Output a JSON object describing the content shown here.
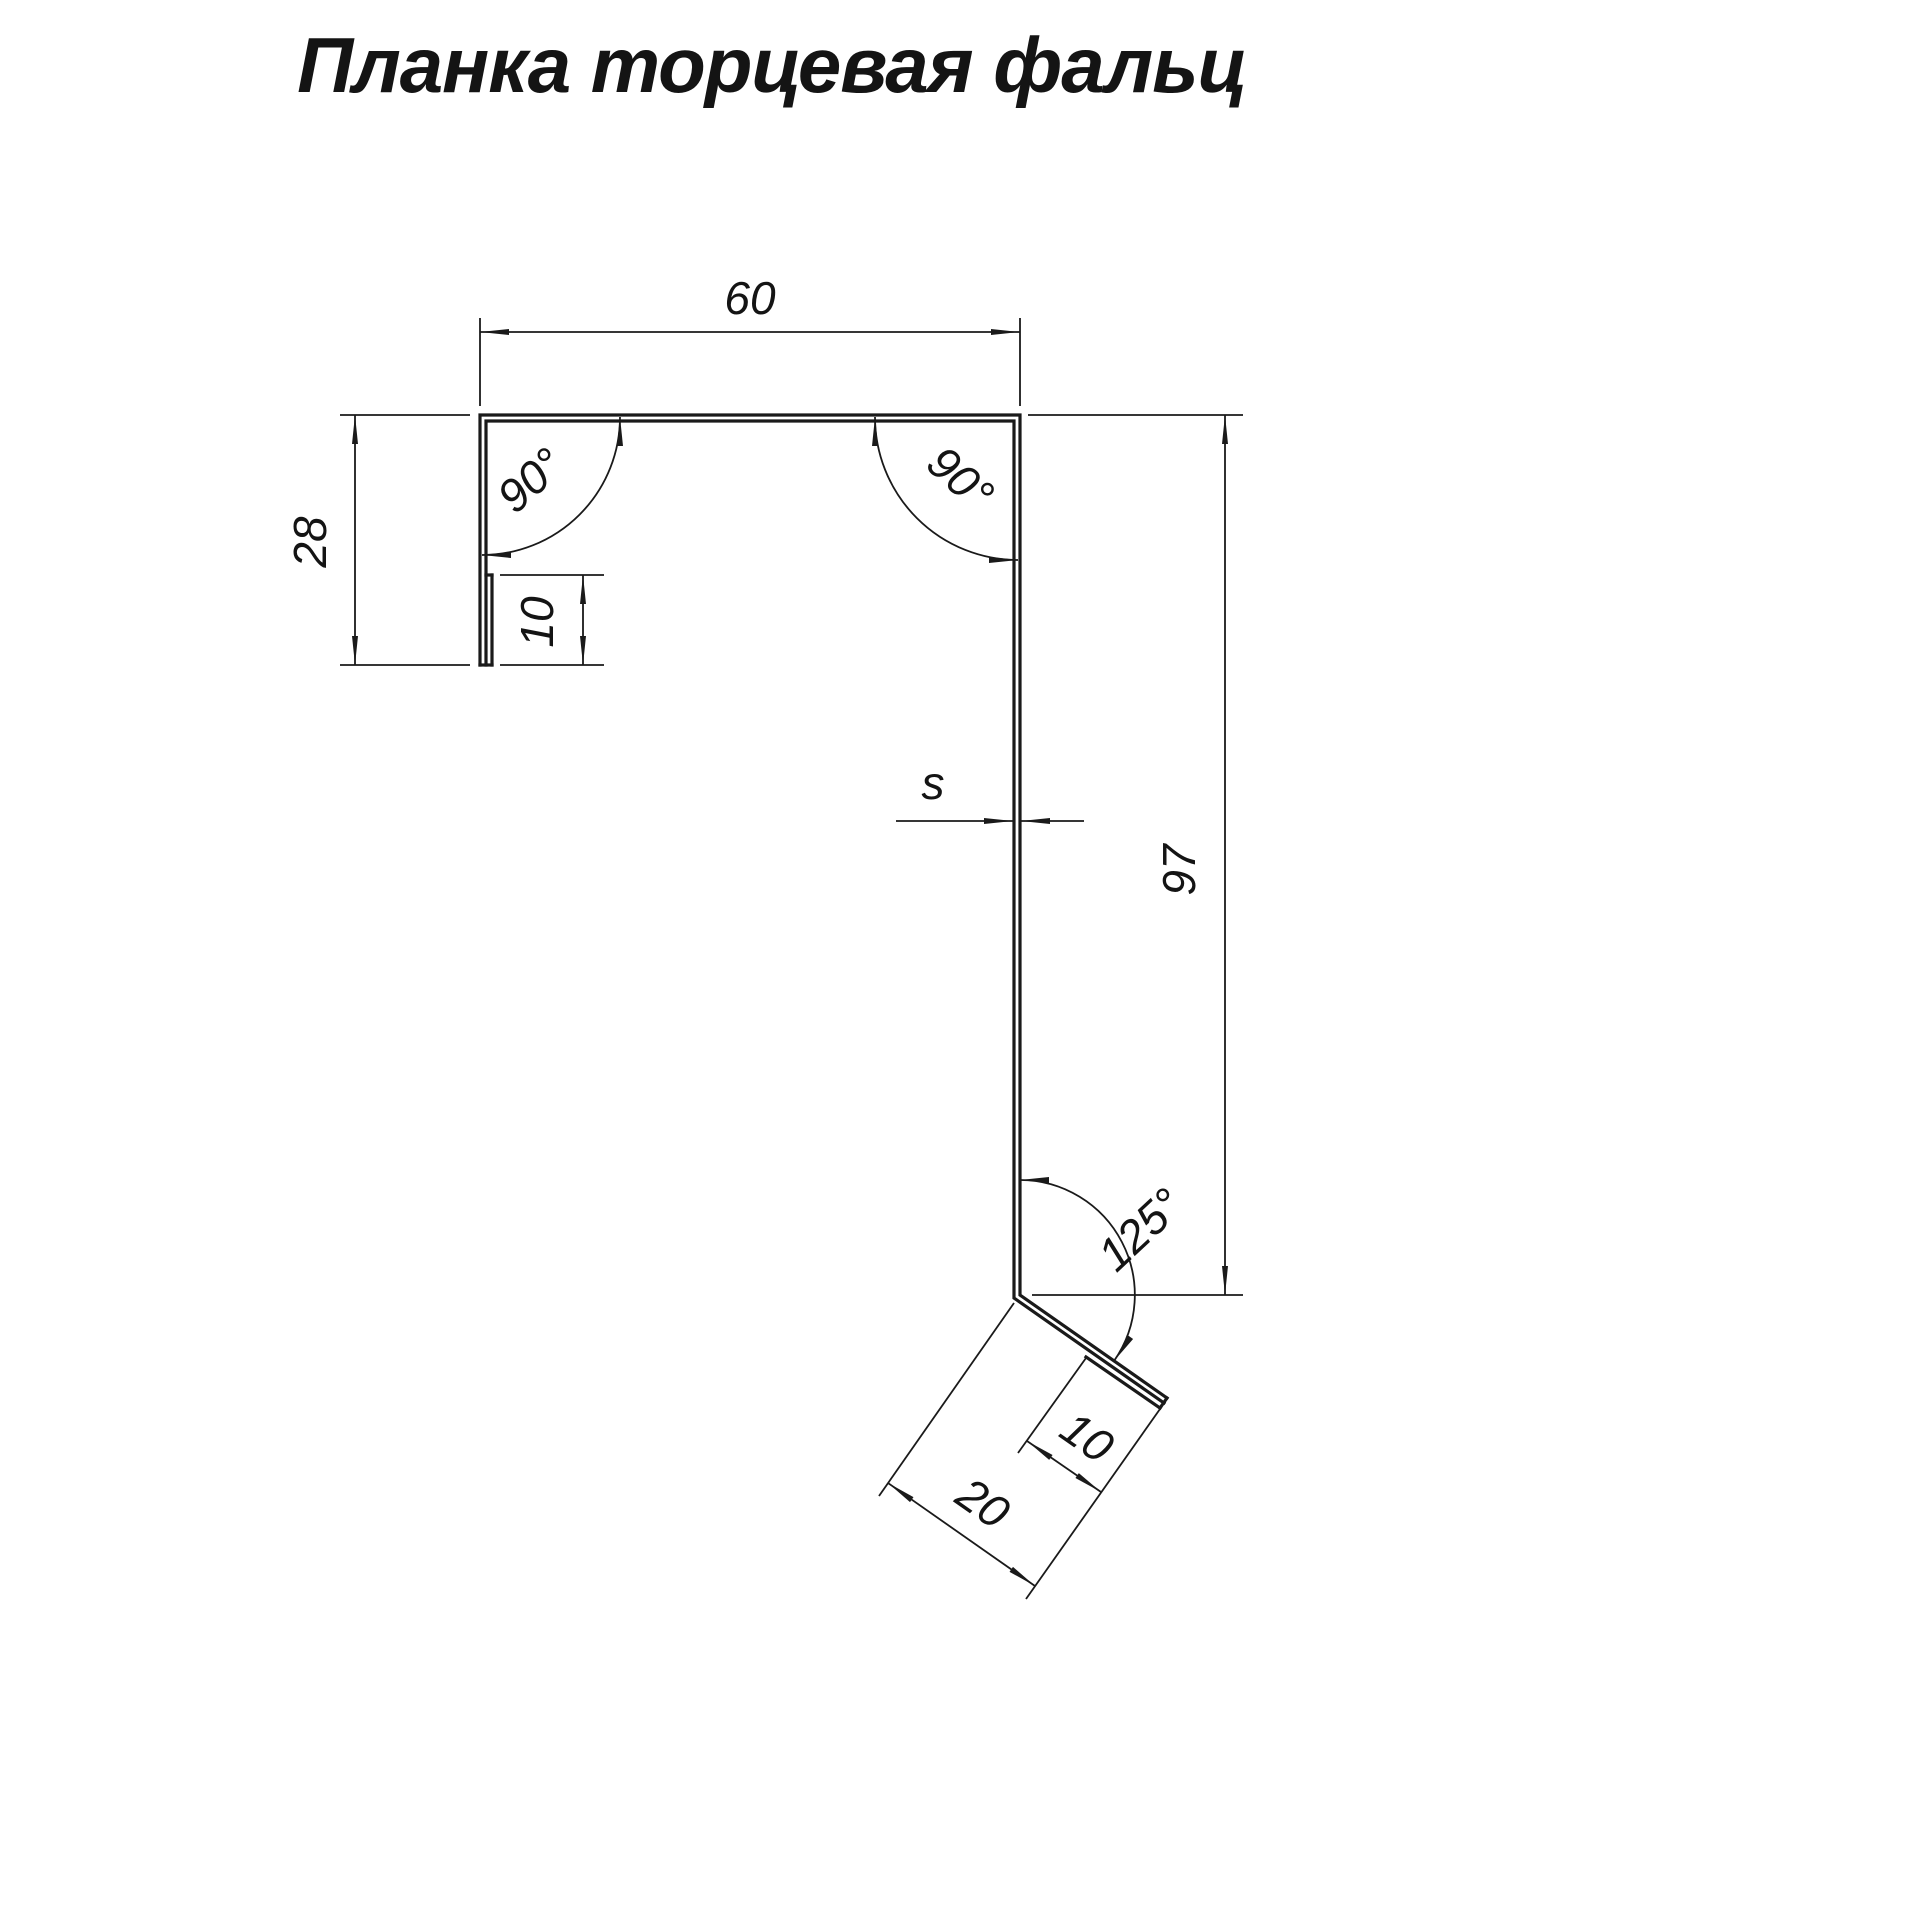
{
  "title": "Планка торцевая фальц",
  "drawing": {
    "labels": {
      "top_width": "60",
      "left_height": "28",
      "left_hem": "10",
      "angle_top_left": "90°",
      "angle_top_right": "90°",
      "thickness": "s",
      "right_height": "97",
      "angle_bottom": "125°",
      "bottom_flange": "20",
      "bottom_hem": "10"
    }
  },
  "colors": {
    "line": "#1a1a1a",
    "background": "#ffffff"
  }
}
